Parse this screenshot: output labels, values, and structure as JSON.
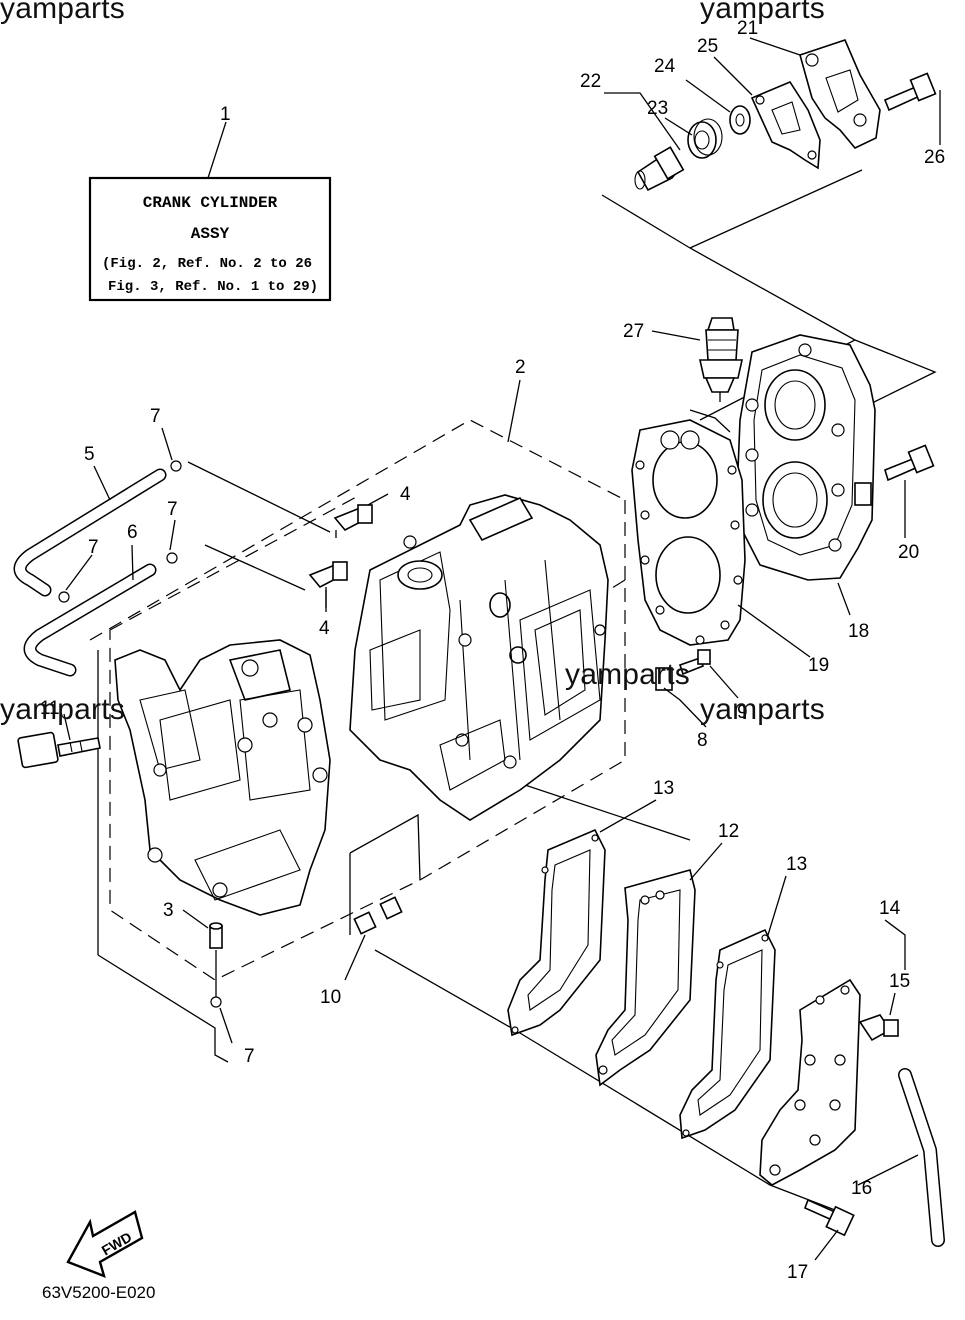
{
  "watermark": "yamparts",
  "note_box": {
    "title_line1": "CRANK CYLINDER",
    "title_line2": "ASSY",
    "ref_line1": "(Fig. 2, Ref. No. 2 to 26",
    "ref_line2": "Fig. 3, Ref. No. 1 to 29)"
  },
  "callouts": {
    "c1": "1",
    "c2": "2",
    "c3": "3",
    "c4a": "4",
    "c4b": "4",
    "c5": "5",
    "c6": "6",
    "c7a": "7",
    "c7b": "7",
    "c7c": "7",
    "c7d": "7",
    "c8": "8",
    "c9": "9",
    "c10": "10",
    "c11": "11",
    "c12": "12",
    "c13a": "13",
    "c13b": "13",
    "c14": "14",
    "c15": "15",
    "c16": "16",
    "c17": "17",
    "c18": "18",
    "c19": "19",
    "c20": "20",
    "c21": "21",
    "c22": "22",
    "c23": "23",
    "c24": "24",
    "c25": "25",
    "c26": "26",
    "c27": "27"
  },
  "fwd_label": "FWD",
  "diagram_code": "63V5200-E020"
}
